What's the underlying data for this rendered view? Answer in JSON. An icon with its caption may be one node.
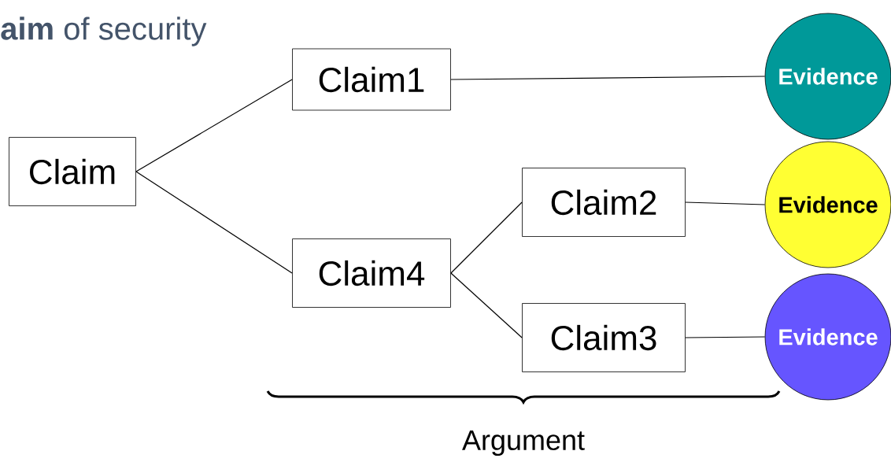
{
  "diagram": {
    "nodes": [
      {
        "text": [
          "Claim"
        ]
      },
      {
        "text": [
          "Claim1"
        ]
      },
      {
        "text": [
          "Claim4"
        ]
      },
      {
        "text": [
          "Claim2"
        ]
      },
      {
        "text": [
          "Claim3"
        ]
      },
      {
        "text": [
          "Evidence"
        ]
      },
      {
        "text": [
          "Evidence"
        ]
      },
      {
        "text": [
          "Evidence"
        ]
      }
    ],
    "edges": [
      {
        "from": 0,
        "to": 1,
        "arrow": "none"
      },
      {
        "from": 0,
        "to": 2,
        "arrow": "none"
      },
      {
        "from": 1,
        "to": 5,
        "arrow": "none"
      },
      {
        "from": 2,
        "to": 3,
        "arrow": "none"
      },
      {
        "from": 2,
        "to": 4,
        "arrow": "none"
      },
      {
        "from": 3,
        "to": 6,
        "arrow": "none"
      },
      {
        "from": 4,
        "to": 7,
        "arrow": "none"
      }
    ],
    "labels": [
      "**aim** of security",
      "Argument"
    ]
  }
}
